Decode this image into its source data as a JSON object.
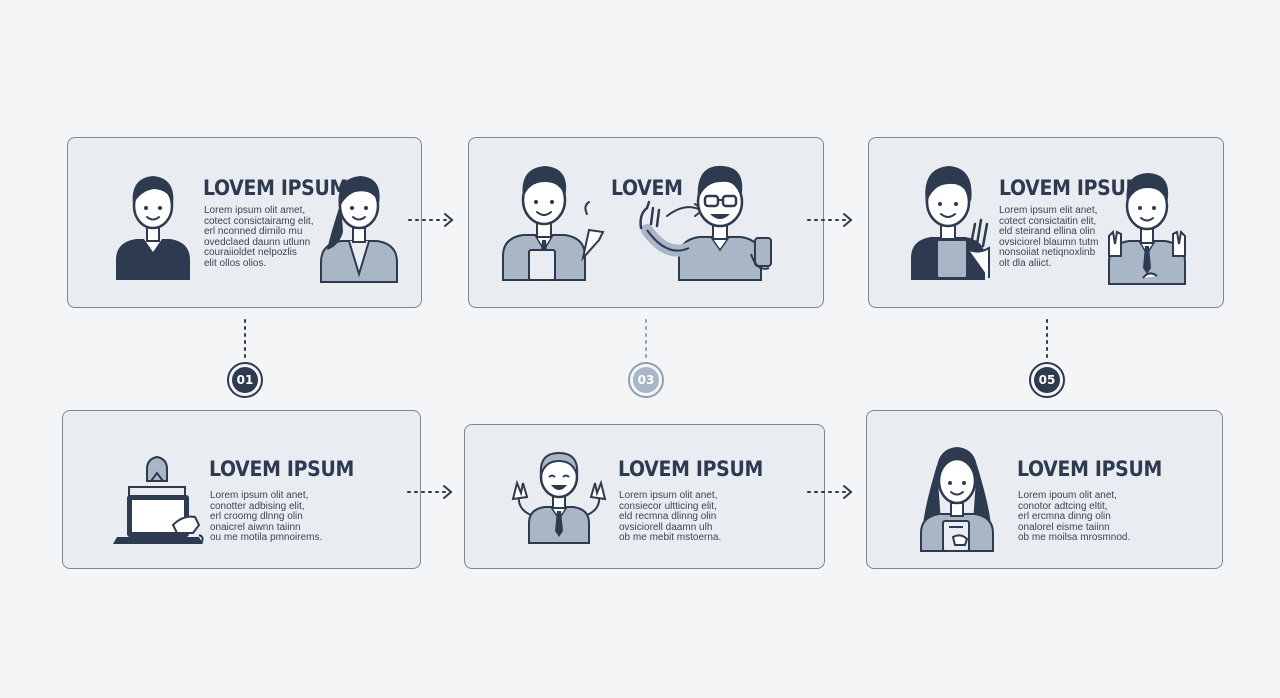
{
  "colors": {
    "background": "#f4f5f7",
    "card": "#e9ecf0",
    "card_border": "#7d8794",
    "ink": "#2d3a4f",
    "accent_light": "#a9b6c6"
  },
  "steps": [
    {
      "title": "LOVEM IPSUM",
      "body": "Lorem ipsum olit amet,\ncotect consictairamg elit,\nerl nconned dirnilo mu\novedclaed daunn utlunn\ncouraiioldet nelpozlis\nelit ollos olios."
    },
    {
      "title": "LOVEM",
      "body": ""
    },
    {
      "title": "LOVEM IPSUM",
      "body": "Lorem ipsum elit anet,\ncotect consictaitin elit,\neld steirand ellina olin\novsiciorel blaumn tutm\nnonsoiiat netiqnoxlinb\nolt dla aliict."
    },
    {
      "title": "LOVEM IPSUM",
      "body": "Lorem ipsum olit anet,\nconotter adbising elit,\nerl croomg dlnng olin\nonaicrel aiwnn taiinn\nou me motila pmnoirems."
    },
    {
      "title": "LOVEM IPSUM",
      "body": "Lorem ipsum olit anet,\nconsiecor ultticing elit,\neld recmna dlinng olin\novsiciorell daamn ulh\nob me mebit mstoerna."
    },
    {
      "title": "LOVEM IPSUM",
      "body": "Lorem ipoum olit anet,\nconotor adtcing eltit,\nerl ercmna dinng olin\nonalorel eisme taiinn\nob me moilsa mrosmnod."
    }
  ],
  "badges": [
    {
      "number": "01",
      "tone": "dark"
    },
    {
      "number": "03",
      "tone": "light"
    },
    {
      "number": "05",
      "tone": "dark"
    }
  ],
  "figures": [
    [
      "man-avatar-icon",
      "woman-avatar-icon"
    ],
    [
      "businessman-tablet-icon",
      "man-glasses-phone-icon"
    ],
    [
      "woman-tablet-icon",
      "man-hands-raised-icon"
    ],
    [
      "laptop-upload-icon"
    ],
    [
      "man-cheering-icon"
    ],
    [
      "woman-tablet-icon"
    ]
  ]
}
